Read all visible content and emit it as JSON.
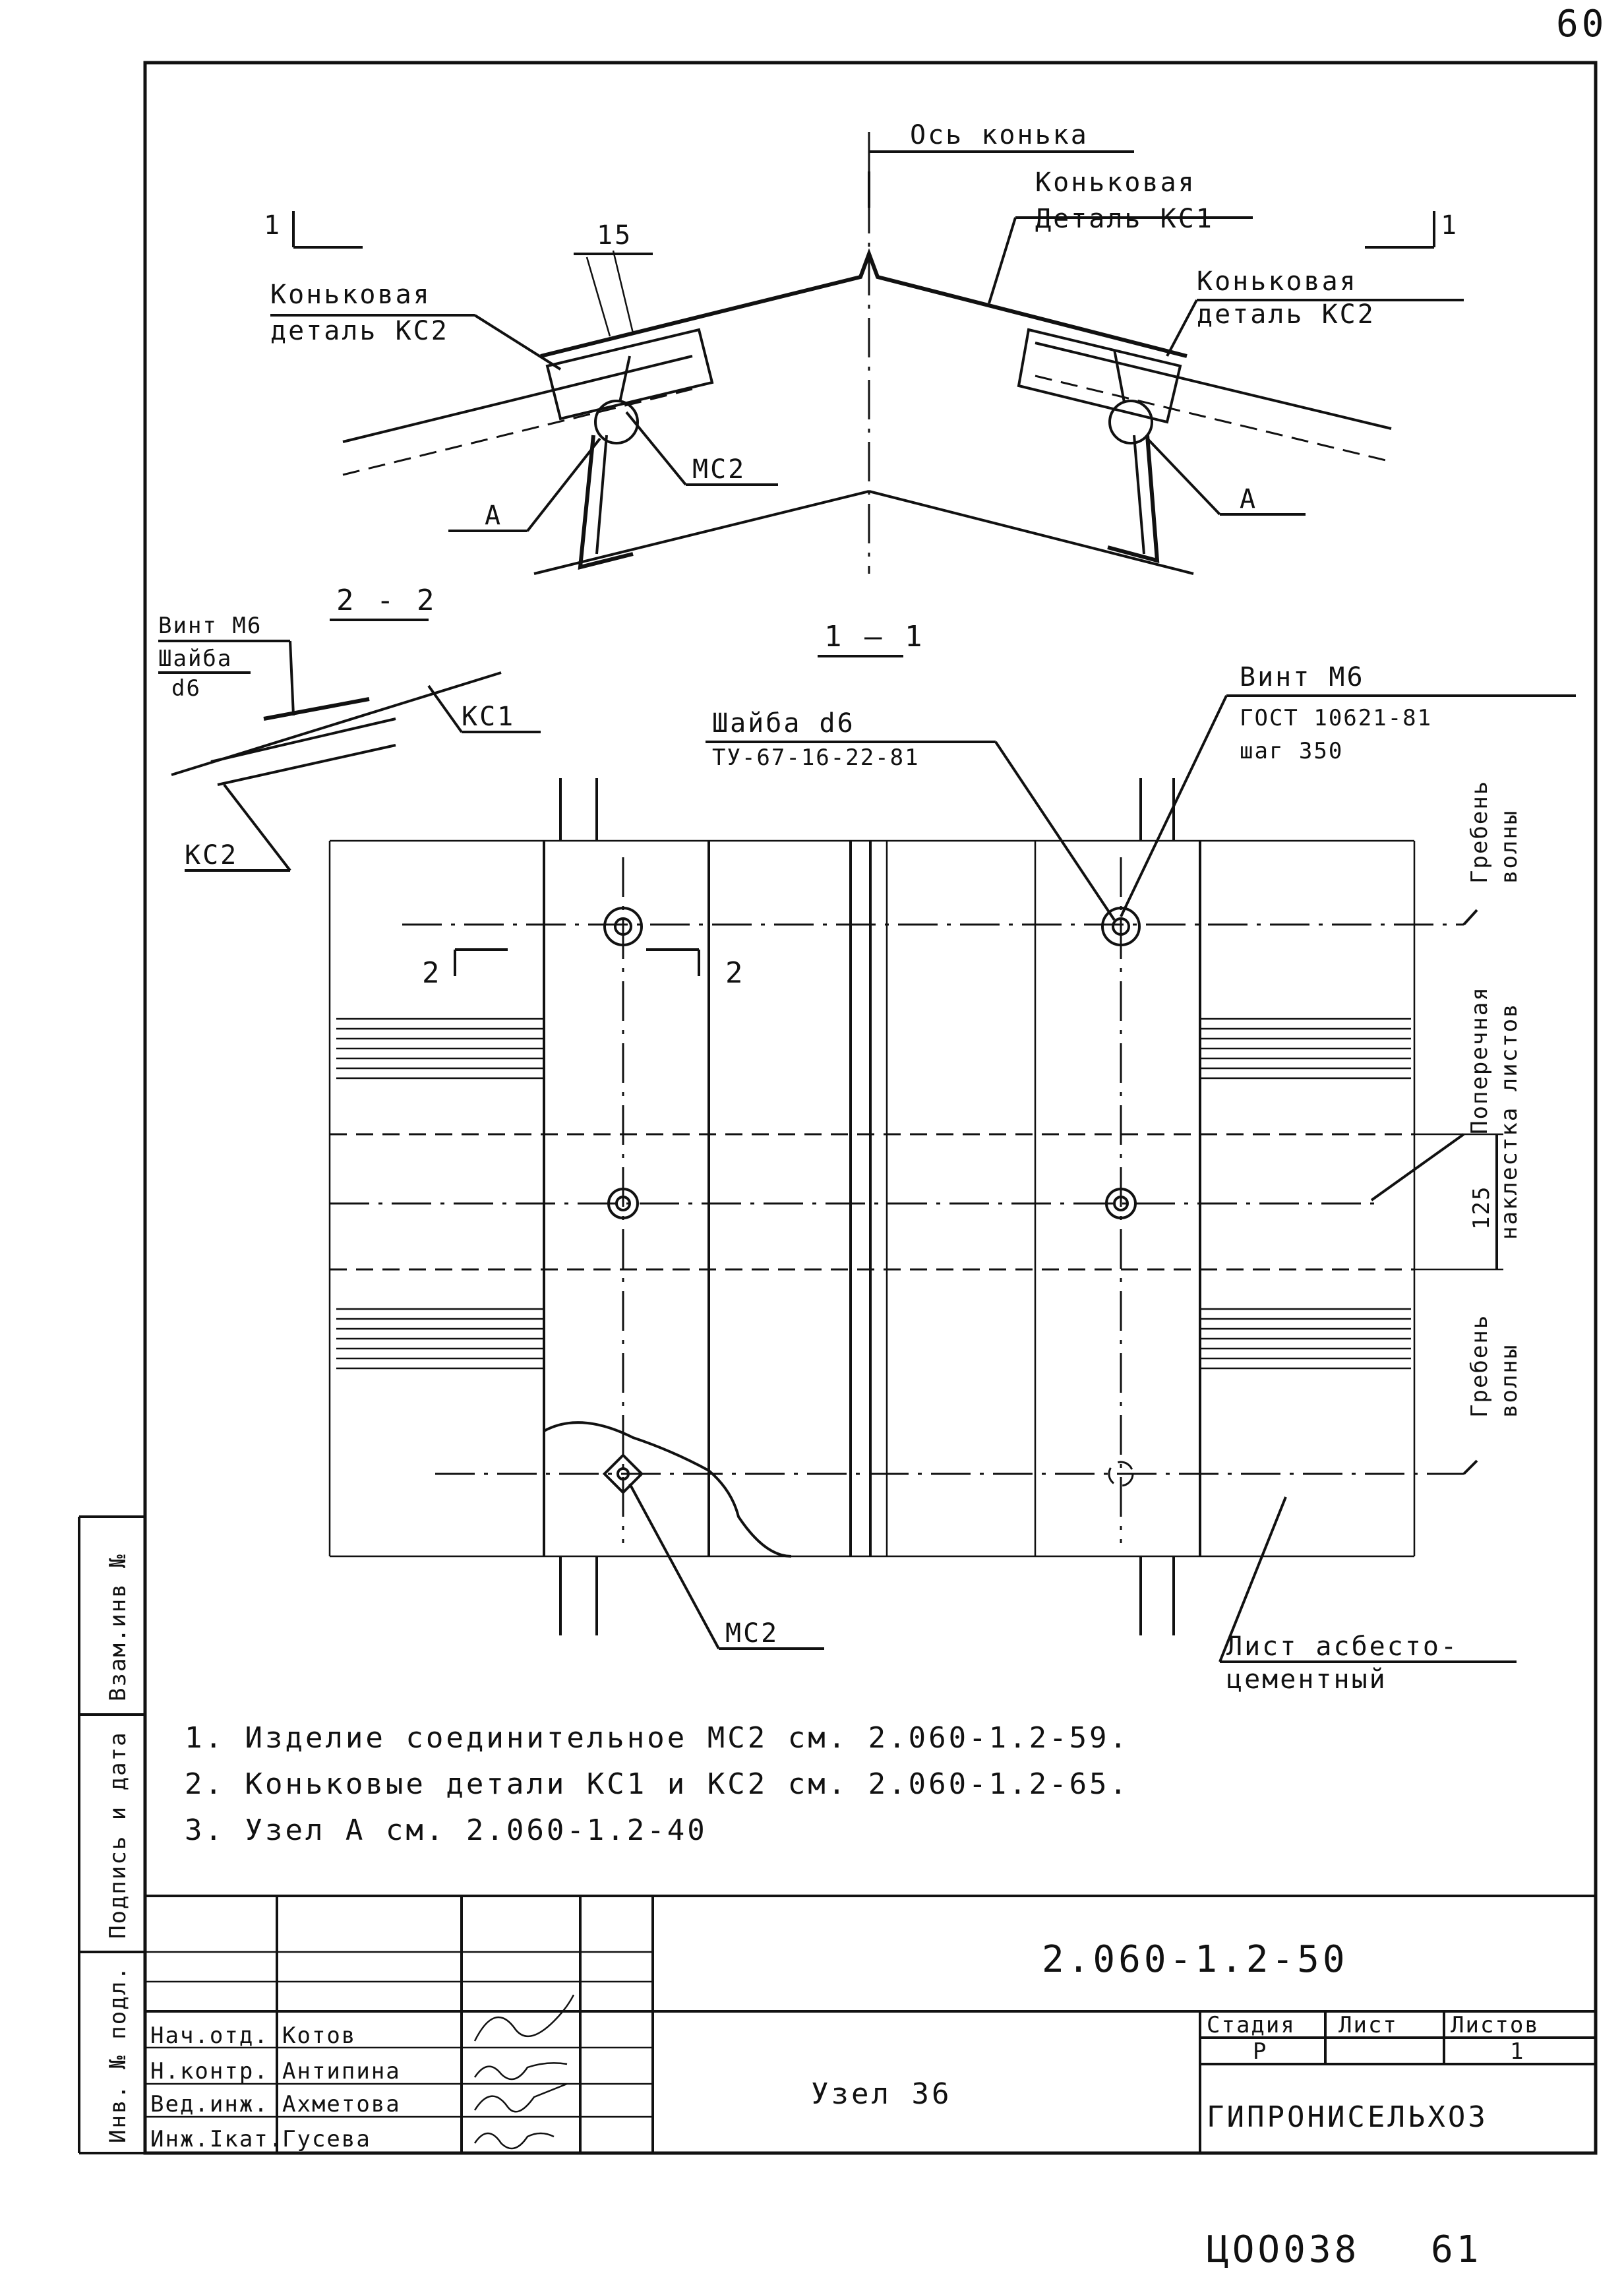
{
  "page_number_top": "60",
  "page_number_bottom": "61",
  "archive_code": "ЦОО038",
  "labels": {
    "ridge_axis": "Ось конька",
    "ridge_detail_kc1_line1": "Коньковая",
    "ridge_detail_kc1_line2": "Деталь КС1",
    "ridge_detail_kc2_left_line1": "Коньковая",
    "ridge_detail_kc2_left_line2": "деталь КС2",
    "ridge_detail_kc2_right_line1": "Коньковая",
    "ridge_detail_kc2_right_line2": "деталь КС2",
    "dim_15": "15",
    "mc2_top": "МС2",
    "node_a_left": "А",
    "node_a_right": "А",
    "section_mark_1_left": "1",
    "section_mark_1_right": "1",
    "section_2_title": "2 - 2",
    "section_1_title": "1 — 1",
    "screw_m6_left": "Винт М6",
    "washer_left": "Шайба",
    "washer_d6_left": "d6",
    "kc1": "КС1",
    "kc2": "КС2",
    "washer_d6_main": "Шайба d6",
    "washer_spec": "ТУ-67-16-22-81",
    "screw_m6_right": "Винт М6",
    "screw_gost": "ГОСТ 10621-81",
    "screw_step": "шаг 350",
    "section_mark_2_left": "2",
    "section_mark_2_right": "2",
    "wave_crest_top_line1": "Гребень",
    "wave_crest_top_line2": "волны",
    "transverse_overlap_line1": "Поперечная",
    "transverse_overlap_line2": "наклестка листов",
    "dim_125": "125",
    "wave_crest_bottom_line1": "Гребень",
    "wave_crest_bottom_line2": "волны",
    "mc2_bottom": "МС2",
    "asbestos_line1": "Лист асбесто-",
    "asbestos_line2": "цементный"
  },
  "notes": [
    "1. Изделие соединительное МС2 см. 2.060-1.2-59.",
    "2. Коньковые детали КС1 и КС2 см. 2.060-1.2-65.",
    "3. Узел А см. 2.060-1.2-40"
  ],
  "side_stamp": {
    "inv_no_orig": "Инв. № подл.",
    "sign_date": "Подпись и дата",
    "replace_inv": "Взам.инв №"
  },
  "title_block": {
    "doc_code": "2.060-1.2-50",
    "title": "Узел 36",
    "stage_header": "Стадия",
    "sheet_header": "Лист",
    "sheets_header": "Листов",
    "stage_value": "Р",
    "sheet_value": "",
    "sheets_value": "1",
    "organization": "ГИПРОНИСЕЛЬХОЗ",
    "signers": [
      {
        "role": "Нач.отд.",
        "name": "Котов"
      },
      {
        "role": "Н.контр.",
        "name": "Антипина"
      },
      {
        "role": "Вед.инж.",
        "name": "Ахметова"
      },
      {
        "role": "Инж.Iкат.",
        "name": "Гусева"
      }
    ]
  }
}
